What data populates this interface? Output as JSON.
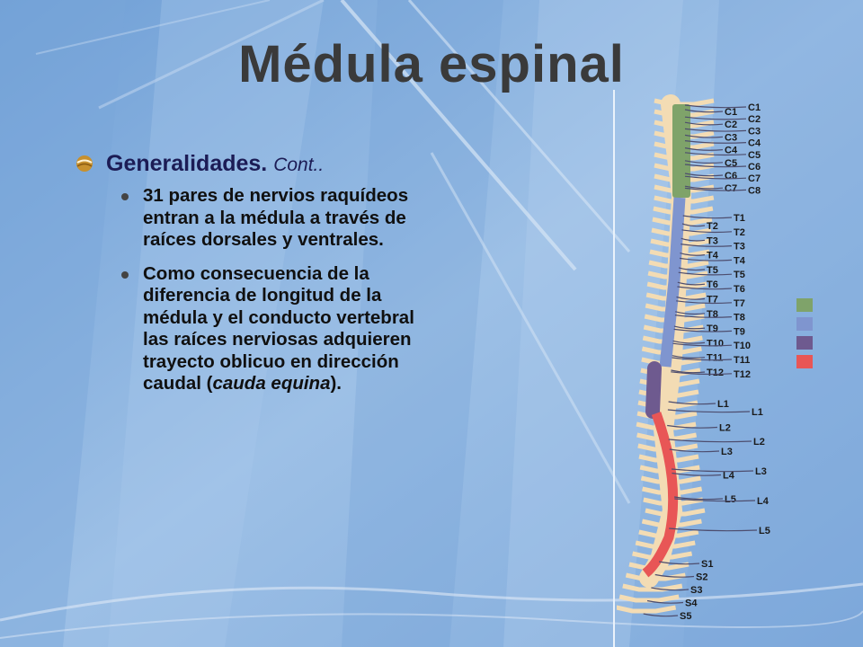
{
  "slide": {
    "title": "Médula espinal",
    "heading_main": "Generalidades.",
    "heading_sub": "Cont..",
    "bullets": [
      {
        "text": "31 pares de nervios raquídeos entran a la médula a través de raíces dorsales y ventrales."
      },
      {
        "pre": "Como consecuencia de la diferencia de longitud de la médula y el conducto vertebral las raíces nerviosas adquieren trayecto oblicuo en dirección caudal (",
        "em": "cauda equina",
        "post": ")."
      }
    ]
  },
  "figure": {
    "cervical_left": [
      "C1",
      "C2",
      "C3",
      "C4",
      "C5",
      "C6",
      "C7"
    ],
    "cervical_right": [
      "C1",
      "C2",
      "C3",
      "C4",
      "C5",
      "C6",
      "C7",
      "C8"
    ],
    "thoracic_left": [
      "T2",
      "T3",
      "T4",
      "T5",
      "T6",
      "T7",
      "T8",
      "T9",
      "T10",
      "T11",
      "T12"
    ],
    "thoracic_right": [
      "T1",
      "T2",
      "T3",
      "T4",
      "T5",
      "T6",
      "T7",
      "T8",
      "T9",
      "T10",
      "T11",
      "T12"
    ],
    "lumbar_left": [
      "L1",
      "L2",
      "L3",
      "L4",
      "L5"
    ],
    "lumbar_right": [
      "L1",
      "L2",
      "L3",
      "L4",
      "L5"
    ],
    "sacral": [
      "S1",
      "S2",
      "S3",
      "S4",
      "S5"
    ]
  },
  "colors": {
    "background": "#8fb4e0",
    "cervical": "#7fa36a",
    "thoracic": "#7f95cf",
    "lumbar": "#6e5a8f",
    "sacral": "#e85656",
    "bone": "#f3dcb4"
  },
  "legend_colors": [
    "#7fa36a",
    "#7f95cf",
    "#6e5a8f",
    "#e85656"
  ]
}
